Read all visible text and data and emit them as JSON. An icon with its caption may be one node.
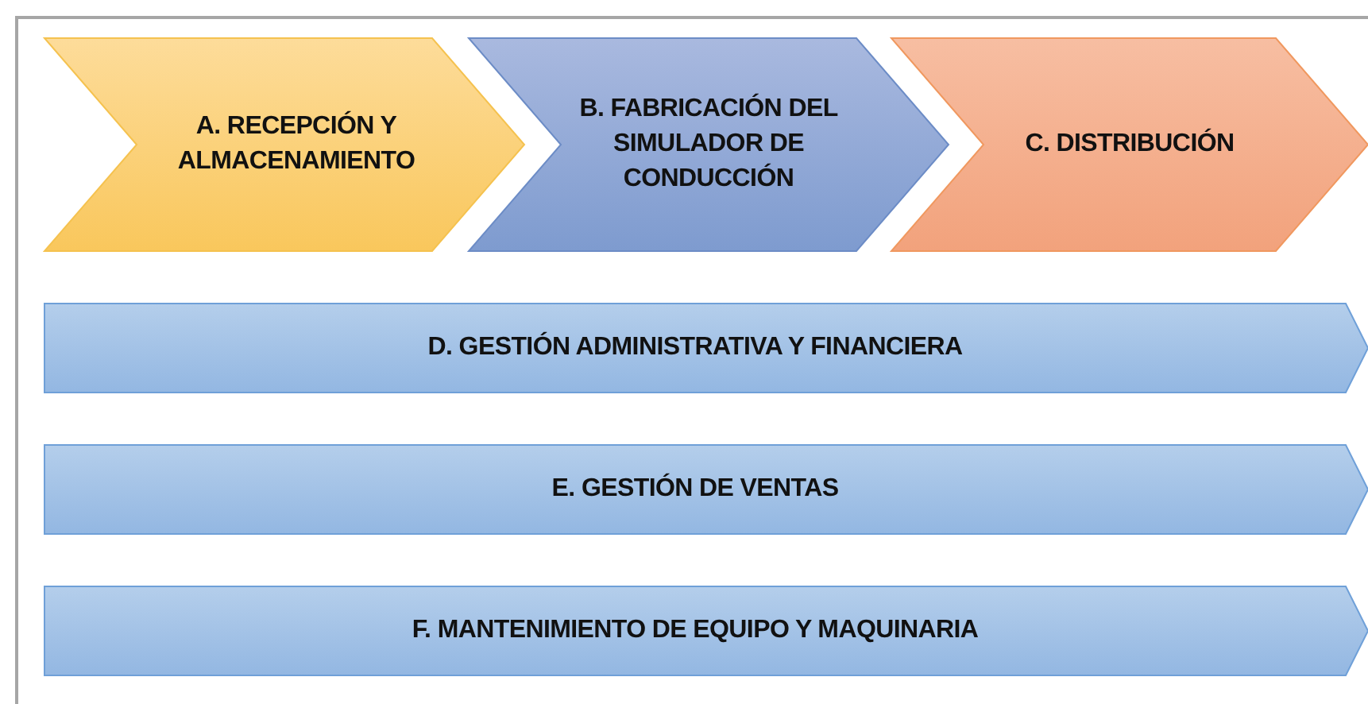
{
  "diagram": {
    "nodes": [
      {
        "text": [
          "A. RECEPCIÓN Y ALMACENAMIENTO"
        ]
      },
      {
        "text": [
          "B. FABRICACIÓN DEL SIMULADOR DE CONDUCCIÓN"
        ]
      },
      {
        "text": [
          "C. DISTRIBUCIÓN"
        ]
      },
      {
        "text": [
          "D. GESTIÓN ADMINISTRATIVA Y FINANCIERA"
        ]
      },
      {
        "text": [
          "E. GESTIÓN DE VENTAS"
        ]
      },
      {
        "text": [
          "F. MANTENIMIENTO DE EQUIPO Y MAQUINARIA"
        ]
      }
    ]
  }
}
